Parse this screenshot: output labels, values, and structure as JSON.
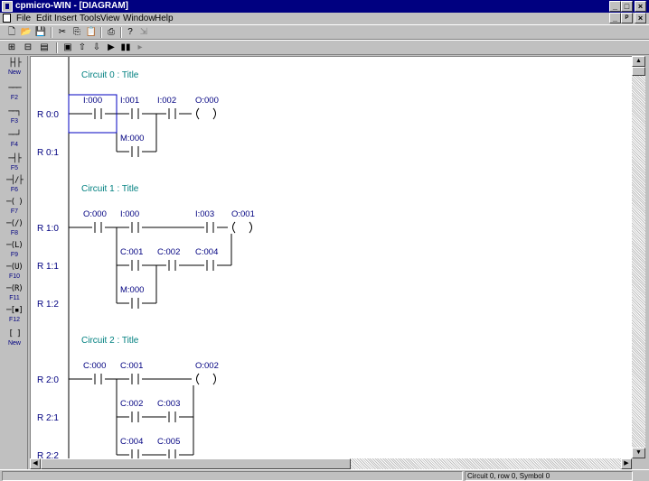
{
  "window": {
    "title": "cpmicro-WIN - [DIAGRAM]",
    "controls": {
      "minimize": "_",
      "maximize": "□",
      "close": "×",
      "restore": "ᴾ"
    }
  },
  "menu": [
    "File",
    "Edit",
    "Insert",
    "Tools",
    "View",
    "Window",
    "Help"
  ],
  "toolbar_main": [
    "new",
    "open",
    "save",
    "cut",
    "copy",
    "paste",
    "print",
    "help",
    "context-help"
  ],
  "toolbar_diagram": [
    "rung-insert",
    "rung-delete",
    "column",
    "monitor",
    "upload",
    "download",
    "run",
    "stop"
  ],
  "palette": [
    {
      "icon": "new-rung-icon",
      "symbol": "├┤├",
      "key": "New"
    },
    {
      "icon": "horizontal-line-icon",
      "symbol": "───",
      "key": "F2"
    },
    {
      "icon": "branch-icon",
      "symbol": "──┐",
      "key": "F3"
    },
    {
      "icon": "vertical-line-icon",
      "symbol": "──┘",
      "key": "F4"
    },
    {
      "icon": "no-contact-icon",
      "symbol": "─┤├",
      "key": "F5"
    },
    {
      "icon": "nc-contact-icon",
      "symbol": "─┤/├",
      "key": "F6"
    },
    {
      "icon": "coil-icon",
      "symbol": "─( )",
      "key": "F7"
    },
    {
      "icon": "negated-coil-icon",
      "symbol": "─(/)",
      "key": "F8"
    },
    {
      "icon": "set-coil-icon",
      "symbol": "─(L)",
      "key": "F9"
    },
    {
      "icon": "reset-coil-icon",
      "symbol": "─(U)",
      "key": "F10"
    },
    {
      "icon": "rising-coil-icon",
      "symbol": "─(R)",
      "key": "F11"
    },
    {
      "icon": "function-block-icon",
      "symbol": "─[▪]",
      "key": "F12"
    },
    {
      "icon": "new-function-icon",
      "symbol": "[ ]",
      "key": "New"
    }
  ],
  "circuits": [
    {
      "title": "Circuit 0 : Title",
      "rungs": [
        "R 0:0",
        "R 0:1"
      ],
      "elements": [
        {
          "kind": "contact",
          "label": "I:000",
          "row": 0,
          "col": 0
        },
        {
          "kind": "contact",
          "label": "I:001",
          "row": 0,
          "col": 1
        },
        {
          "kind": "contact",
          "label": "I:002",
          "row": 0,
          "col": 2
        },
        {
          "kind": "coil",
          "label": "O:000",
          "row": 0,
          "col": 3
        },
        {
          "kind": "contact",
          "label": "M:000",
          "row": 1,
          "col": 1
        }
      ]
    },
    {
      "title": "Circuit 1 : Title",
      "rungs": [
        "R 1:0",
        "R 1:1",
        "R 1:2"
      ],
      "elements": [
        {
          "kind": "contact",
          "label": "O:000",
          "row": 0,
          "col": 0
        },
        {
          "kind": "contact",
          "label": "I:000",
          "row": 0,
          "col": 1
        },
        {
          "kind": "contact",
          "label": "I:003",
          "row": 0,
          "col": 3
        },
        {
          "kind": "coil",
          "label": "O:001",
          "row": 0,
          "col": 4
        },
        {
          "kind": "contact",
          "label": "C:001",
          "row": 1,
          "col": 1
        },
        {
          "kind": "contact",
          "label": "C:002",
          "row": 1,
          "col": 2
        },
        {
          "kind": "contact",
          "label": "C:004",
          "row": 1,
          "col": 3
        },
        {
          "kind": "contact",
          "label": "M:000",
          "row": 2,
          "col": 1
        }
      ]
    },
    {
      "title": "Circuit 2 : Title",
      "rungs": [
        "R 2:0",
        "R 2:1",
        "R 2:2"
      ],
      "elements": [
        {
          "kind": "contact",
          "label": "C:000",
          "row": 0,
          "col": 0
        },
        {
          "kind": "contact",
          "label": "C:001",
          "row": 0,
          "col": 1
        },
        {
          "kind": "coil",
          "label": "O:002",
          "row": 0,
          "col": 3
        },
        {
          "kind": "contact",
          "label": "C:002",
          "row": 1,
          "col": 1
        },
        {
          "kind": "contact",
          "label": "C:003",
          "row": 1,
          "col": 2
        },
        {
          "kind": "contact",
          "label": "C:004",
          "row": 2,
          "col": 1
        },
        {
          "kind": "contact",
          "label": "C:005",
          "row": 2,
          "col": 2
        }
      ]
    }
  ],
  "status": {
    "position": "Circuit 0, row 0, Symbol 0"
  },
  "colors": {
    "titlebar": "#000080",
    "rung_label": "#000080",
    "circuit_title": "#008080",
    "cursor": "#0000c0"
  }
}
